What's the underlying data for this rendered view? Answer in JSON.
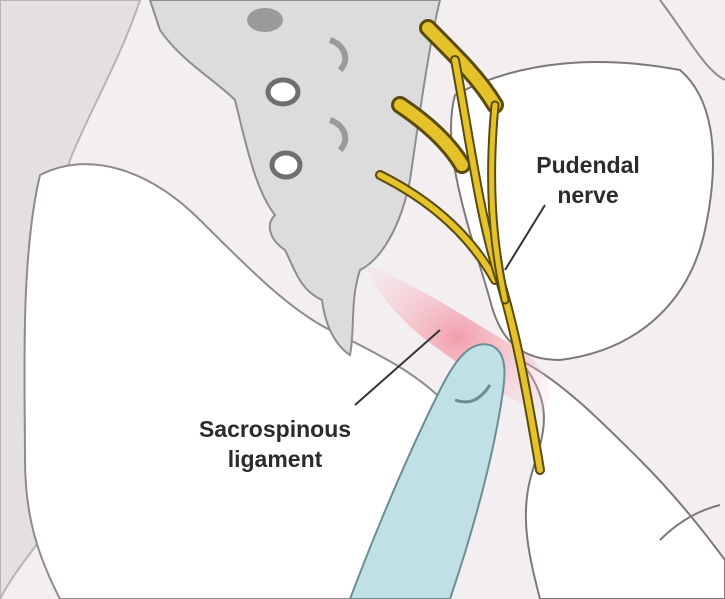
{
  "labels": {
    "pudendal": {
      "line1": "Pudendal",
      "line2": "nerve"
    },
    "sacrospinous": {
      "line1": "Sacrospinous",
      "line2": "ligament"
    }
  },
  "colors": {
    "bone": "#dcdcdc",
    "background": "#f3eef0",
    "nerve": "#d9b71f",
    "ligament": "#f6b3bd",
    "finger": "#bfe1e6"
  }
}
